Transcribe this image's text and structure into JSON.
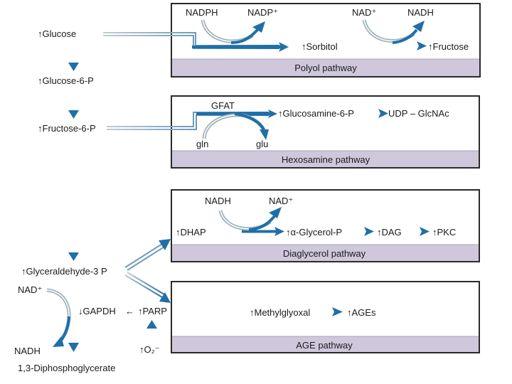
{
  "colors": {
    "arrow_dark": "#1f6fa8",
    "arrow_light": "#9fb3b8",
    "band": "#cfc8dc",
    "box_border": "#2a2a2a"
  },
  "main_path": {
    "glucose": "↑Glucose",
    "glucose6p": "↑Glucose-6-P",
    "fructose6p": "↑Fructose-6-P",
    "glyceraldehyde3p": "↑Glyceraldehyde-3 P",
    "nad_plus": "NAD⁺",
    "nadh": "NADH",
    "gapdh": "↓GAPDH",
    "gapdh_arrow": "←",
    "parp": "↑PARP",
    "superoxide": "↑O₂⁻",
    "diphosphoglycerate": "1,3-Diphosphoglycerate"
  },
  "pathways": [
    {
      "name": "Polyol pathway",
      "cofactors": [
        "NADPH",
        "NADP⁺",
        "NAD⁺",
        "NADH"
      ],
      "steps": [
        "↑Sorbitol",
        "↑Fructose"
      ]
    },
    {
      "name": "Hexosamine pathway",
      "enzyme": "GFAT",
      "cofactors": [
        "gln",
        "glu"
      ],
      "steps": [
        "↑Glucosamine-6-P",
        "UDP  –  GlcNAc"
      ]
    },
    {
      "name": "Diaglycerol pathway",
      "cofactors": [
        "NADH",
        "NAD⁺"
      ],
      "steps": [
        "↑DHAP",
        "↑α-Glycerol-P",
        "↑DAG",
        "↑PKC"
      ]
    },
    {
      "name": "AGE pathway",
      "steps": [
        "↑Methylglyoxal",
        "↑AGEs"
      ]
    }
  ]
}
